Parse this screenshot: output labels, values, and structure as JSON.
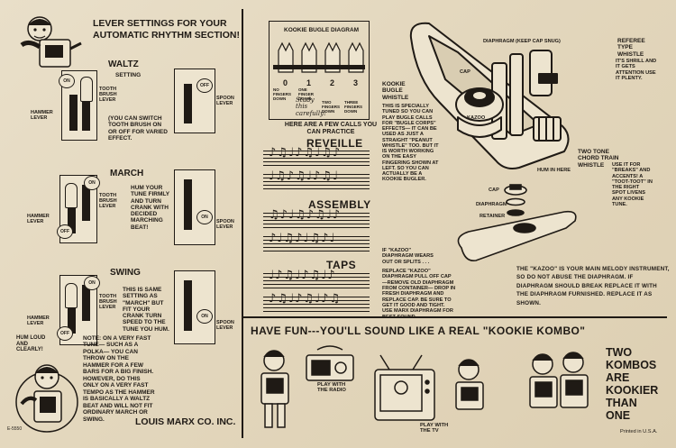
{
  "left": {
    "title_line1": "LEVER SETTINGS FOR YOUR",
    "title_line2": "AUTOMATIC RHYTHM SECTION!",
    "waltz": {
      "heading": "WALTZ",
      "sub": "SETTING",
      "tooth_brush_lever": "TOOTH BRUSH LEVER",
      "hammer_lever": "HAMMER LEVER",
      "on": "ON",
      "off": "OFF",
      "spoon_lever": "SPOON LEVER",
      "desc": "(YOU CAN SWITCH TOOTH BRUSH ON OR OFF FOR VARIED EFFECT."
    },
    "march": {
      "heading": "MARCH",
      "on": "ON",
      "off": "OFF",
      "tooth_brush_lever": "TOOTH BRUSH LEVER",
      "hammer_lever": "HAMMER LEVER",
      "spoon_on": "ON",
      "spoon_lever": "SPOON LEVER",
      "desc": "HUM YOUR TUNE FIRMLY AND TURN CRANK WITH DECIDED MARCHING BEAT!"
    },
    "swing": {
      "heading": "SWING",
      "on": "ON",
      "off": "OFF",
      "tooth_brush_lever": "TOOTH BRUSH LEVER",
      "hammer_lever": "HAMMER LEVER",
      "spoon_on": "ON",
      "spoon_lever": "SPOON LEVER",
      "desc": "THIS IS SAME SETTING AS \"MARCH\" BUT FIT YOUR CRANK TURN SPEED TO THE TUNE YOU HUM."
    },
    "hum_loud": "HUM LOUD AND CLEARLY!",
    "note": "NOTE: ON A VERY FAST TUNE— SUCH AS A POLKA— YOU CAN THROW ON THE HAMMER FOR A FEW BARS FOR A BIG FINISH. HOWEVER, DO THIS ONLY ON A VERY FAST TEMPO AS THE HAMMER IS BASICALLY A WALTZ BEAT AND WILL NOT FIT ORDINARY MARCH OR SWING.",
    "company": "LOUIS MARX CO. INC.",
    "code": "E-5550"
  },
  "bugle": {
    "title": "KOOKIE BUGLE DIAGRAM",
    "fingering": [
      {
        "num": "0",
        "label": "NO FINGERS DOWN"
      },
      {
        "num": "1",
        "label": "ONE FINGER DOWN"
      },
      {
        "num": "2",
        "label": "TWO FINGERS DOWN"
      },
      {
        "num": "3",
        "label": "THREE FINGERS DOWN"
      }
    ],
    "study": "Study this carefully!",
    "few_calls": "HERE ARE A FEW CALLS YOU CAN PRACTICE",
    "calls": [
      "REVEILLE",
      "ASSEMBLY",
      "TAPS"
    ],
    "whistle_heading": "KOOKIE BUGLE WHISTLE",
    "whistle_desc": "THIS IS SPECIALLY TUNED SO YOU CAN PLAY BUGLE CALLS FOR \"BUGLE CORPS\" EFFECTS— IT CAN BE USED AS JUST A STRAIGHT \"PEANUT WHISTLE\" TOO. BUT IT IS WORTH WORKING ON THE EASY FINGERING SHOWN AT LEFT. SO YOU CAN ACTUALLY BE A KOOKIE BUGLER.",
    "kazoo_wears": "IF \"KAZOO\" DIAPHRAGM WEARS OUT OR SPLITS . . .",
    "replace": "REPLACE \"KAZOO\" DIAPHRAGM PULL OFF CAP—REMOVE OLD DIAPHRAGM FROM CONTAINER— DROP IN FRESH DIAPHRAGM AND REPLACE CAP. BE SURE TO GET IT GOOD AND TIGHT. USE MARX DIAPHRAGM FOR BEST SOUND."
  },
  "instrument": {
    "diaphragm_keep": "DIAPHRAGM (KEEP CAP SNUG)",
    "cap": "CAP",
    "kazoo": "KAZOO",
    "hum_in_here": "HUM IN HERE",
    "referee": "REFEREE TYPE WHISTLE",
    "referee_desc": "IT'S SHRILL AND IT GETS ATTENTION USE IT PLENTY.",
    "two_tone": "TWO TONE CHORD TRAIN WHISTLE",
    "two_tone_desc": "USE IT FOR \"BREAKS\" AND ACCENTS! A \"TOOT-TOOT\" IN THE RIGHT SPOT LIVENS ANY KOOKIE TUNE.",
    "cap2": "CAP",
    "diaphragm": "DIAPHRAGM",
    "retainer": "RETAINER",
    "melody": "THE \"KAZOO\" IS YOUR MAIN MELODY INSTRUMENT, SO DO NOT ABUSE THE DIAPHRAGM. IF DIAPHRAGM SHOULD BREAK REPLACE IT WITH THE DIAPHRAGM FURNISHED. REPLACE IT AS SHOWN."
  },
  "bottom": {
    "banner": "HAVE FUN---YOU'LL SOUND LIKE A REAL \"KOOKIE KOMBO\"",
    "play_radio": "PLAY WITH THE RADIO",
    "play_tv": "PLAY WITH THE TV",
    "two_kombos": "TWO KOMBOS ARE KOOKIER THAN ONE",
    "printed": "Printed in U.S.A."
  },
  "colors": {
    "paper": "#e6dcc4",
    "ink": "#1f1a15"
  }
}
